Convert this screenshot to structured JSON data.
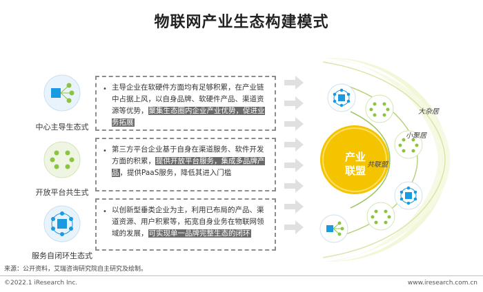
{
  "title": "物联网产业生态构建模式",
  "models": [
    {
      "label": "中心主导生态式"
    },
    {
      "label": "开放平台共生式"
    },
    {
      "label": "服务自闭环生态式"
    }
  ],
  "descriptions": [
    {
      "bullet": "•",
      "text1": "主导企业在软硬件方面均有足够积累，在产业链中占据上风，以自身品牌、软硬件产品、渠道资源等优势，",
      "highlight": "聚集生态圈内企业产业优势，促进业务拓展"
    },
    {
      "bullet": "•",
      "text1": "第三方平台企业基于自身在渠道服务、软件开发方面的积累，",
      "highlight": "提供开放平台服务，集成多品牌产品",
      "text2": "，提供PaaS服务，降低其进入门槛"
    },
    {
      "bullet": "•",
      "text1": "以创新型垂类企业为主，利用已布局的产品、渠道资源、用户积累等，拓宽自身业务在物联网领域的发展，",
      "highlight": "可实现单一品牌完整生态的闭环"
    }
  ],
  "ecosystem": {
    "center_line1": "产业",
    "center_line2": "联盟",
    "ring_labels": [
      "大杂居",
      "小聚居",
      "共联盟"
    ]
  },
  "footer": {
    "source": "来源：公开资料，艾瑞咨询研究院自主研究及绘制。",
    "copyright": "©2022.1 iResearch Inc.",
    "website": "www.iresearch.com.cn"
  },
  "colors": {
    "blue": "#1a9ae0",
    "green": "#8dc43f",
    "center_yellow": "#f5c400",
    "arc_light": "#f3f7d8"
  }
}
